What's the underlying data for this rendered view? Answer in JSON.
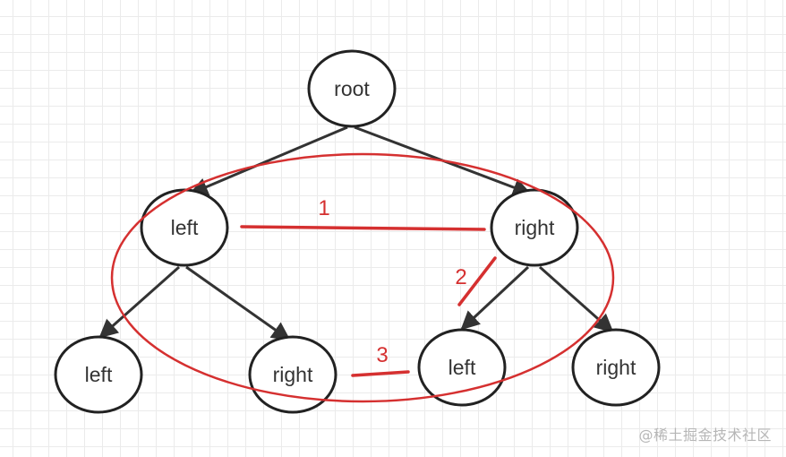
{
  "diagram": {
    "nodes": {
      "root": "root",
      "l1_left": "left",
      "l1_right": "right",
      "l2_left_left": "left",
      "l2_left_right": "right",
      "l2_right_left": "left",
      "l2_right_right": "right"
    },
    "comparisons": {
      "one": "1",
      "two": "2",
      "three": "3"
    },
    "colors": {
      "node_stroke": "#222222",
      "edge": "#333333",
      "highlight": "#d53030"
    }
  },
  "watermark": "@稀土掘金技术社区"
}
